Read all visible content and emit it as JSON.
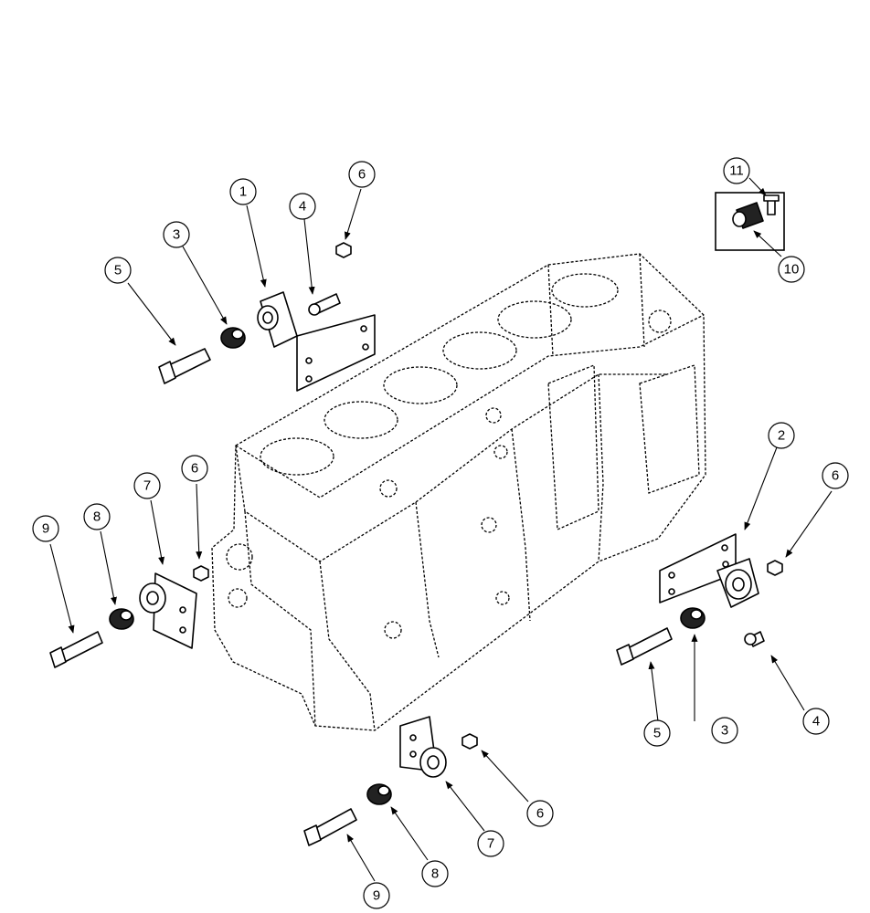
{
  "callouts": {
    "c1": "1",
    "c2": "2",
    "c3a": "3",
    "c3b": "3",
    "c4a": "4",
    "c4b": "4",
    "c5a": "5",
    "c5b": "5",
    "c6a": "6",
    "c6b": "6",
    "c6c": "6",
    "c6d": "6",
    "c7a": "7",
    "c7b": "7",
    "c8a": "8",
    "c8b": "8",
    "c9a": "9",
    "c9b": "9",
    "c10": "10",
    "c11": "11"
  }
}
